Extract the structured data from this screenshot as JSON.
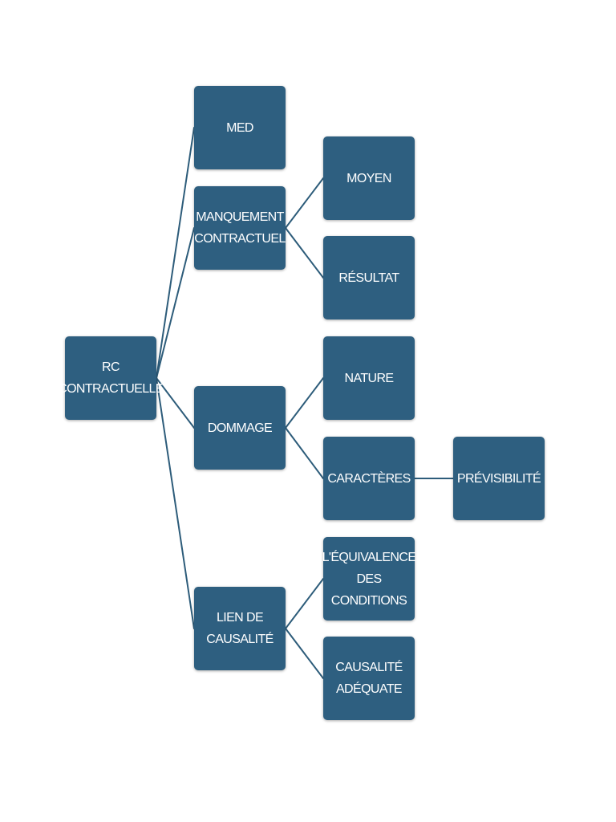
{
  "diagram": {
    "root": {
      "label": "RC\nCONTRACTUELLE"
    },
    "med": {
      "label": "MED"
    },
    "manquement": {
      "label": "MANQUEMENT\nCONTRACTUEL"
    },
    "moyen": {
      "label": "MOYEN"
    },
    "resultat": {
      "label": "RÉSULTAT"
    },
    "dommage": {
      "label": "DOMMAGE"
    },
    "nature": {
      "label": "NATURE"
    },
    "caracteres": {
      "label": "CARACTÈRES"
    },
    "previsibilite": {
      "label": "PRÉVISIBILITÉ"
    },
    "lien": {
      "label": "LIEN DE\nCAUSALITÉ"
    },
    "equivalence": {
      "label": "L'ÉQUIVALENCE\nDES CONDITIONS"
    },
    "adequate": {
      "label": "CAUSALITÉ\nADÉQUATE"
    }
  },
  "style": {
    "node_color": "#2e5f80",
    "connector_color": "#2d5c7a",
    "text_color": "#ffffff"
  }
}
